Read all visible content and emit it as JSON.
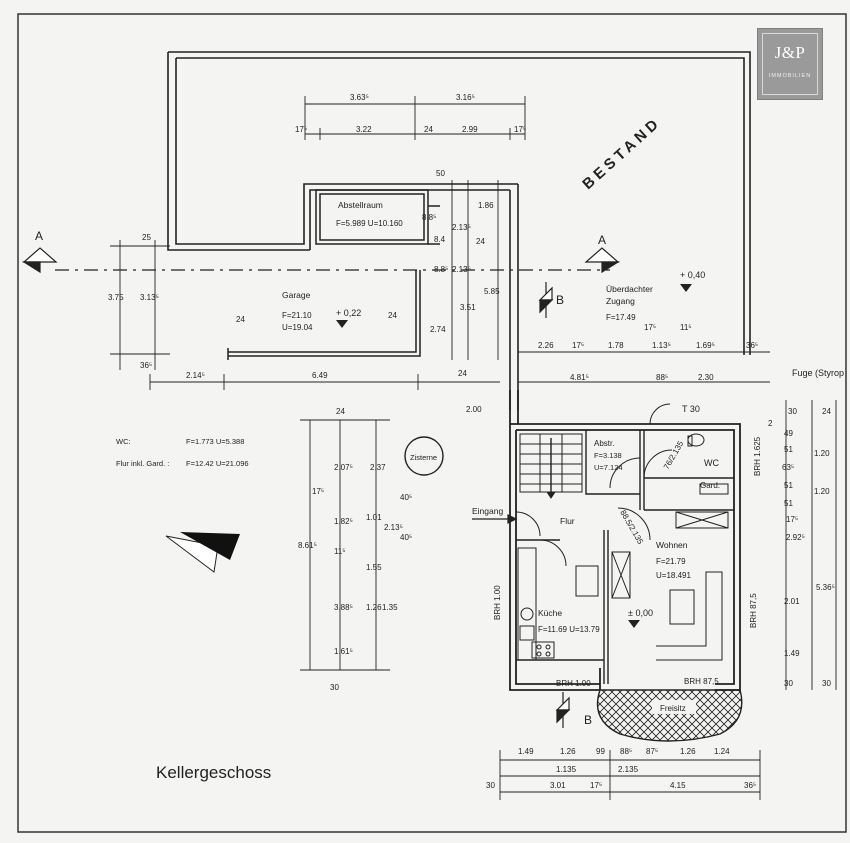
{
  "logo": {
    "mark": "J&P",
    "sub": "IMMOBILIEN"
  },
  "floor_name": "Kellergeschoss",
  "bestand": "BESTAND",
  "sections": {
    "a_left": "A",
    "a_right": "A",
    "b_top": "B",
    "b_bottom": "B"
  },
  "rooms": {
    "abstellraum": {
      "name": "Abstellraum",
      "area": "F=5.989 U=10.160"
    },
    "garage": {
      "name": "Garage",
      "area": "F=21.10",
      "perimeter": "U=19.04"
    },
    "zugang": {
      "name1": "Überdachter",
      "name2": "Zugang",
      "area": "F=17.49"
    },
    "abstr": {
      "name": "Abstr.",
      "area": "F=3.138",
      "perimeter": "U=7.124"
    },
    "wc": {
      "name": "WC"
    },
    "gard": {
      "name": "Gard."
    },
    "flur": {
      "name": "Flur"
    },
    "wohnen": {
      "name": "Wohnen",
      "area": "F=21.79",
      "perimeter": "U=18.491"
    },
    "kueche": {
      "name": "Küche",
      "area": "F=11.69 U=13.79"
    },
    "freisitz": {
      "name": "Freisitz"
    },
    "zisterne": {
      "name": "Zisterne"
    },
    "eingang": {
      "name": "Eingang"
    }
  },
  "legend": {
    "wc_label": "WC:",
    "wc_value": "F=1.773 U=5.388",
    "flur_label": "Flur inkl. Gard. :",
    "flur_value": "F=12.42 U=21.096"
  },
  "levels": {
    "plus040": "+ 0,40",
    "plus022": "+ 0,22",
    "zero": "± 0,00"
  },
  "notes": {
    "fuge": "Fuge (Styrop",
    "t30": "T 30",
    "brh_100_left": "BRH 1.00",
    "brh_100_bottom": "BRH 1.00",
    "brh_875_right": "BRH 87,5",
    "brh_875_bottom": "BRH 87,5",
    "brh_1625": "BRH 1.625"
  },
  "dims": {
    "top1": [
      "3.63⁵",
      "3.16⁵"
    ],
    "top2": [
      "17⁵",
      "3.22",
      "24",
      "2.99",
      "17⁵"
    ],
    "inner": [
      "50",
      "1.86",
      "24",
      "5.85",
      "3.51",
      "2.74",
      "24",
      "24",
      "24",
      "8.8⁵",
      "2.13⁵",
      "8.4",
      "8.8⁵",
      "2.13⁵"
    ],
    "left": [
      "25",
      "3.75",
      "3.13⁵",
      "36⁵"
    ],
    "garage_bottom": [
      "2.14⁵",
      "6.49"
    ],
    "right_mid": [
      "2.26",
      "17⁵",
      "1.78",
      "1.13⁵",
      "11⁵",
      "1.69⁵",
      "36⁵",
      "4.81⁵",
      "88⁵",
      "2.30",
      "2.00",
      "17⁵"
    ],
    "vertical_left": [
      "24",
      "2.07⁵",
      "2.37",
      "17⁵",
      "1.82⁵",
      "1.01",
      "2.13⁵",
      "40⁵",
      "40⁵",
      "8.61⁵",
      "11⁵",
      "1.55",
      "1.26",
      "1.35",
      "3.88⁵",
      "1.61⁵",
      "30"
    ],
    "right_edge": [
      "30",
      "24",
      "49",
      "51",
      "1.20",
      "63⁵",
      "51",
      "1.20",
      "51",
      "17⁵",
      "2.92⁵",
      "5.36⁵",
      "2.01",
      "1.49",
      "30",
      "30"
    ],
    "bottom1": [
      "1.49",
      "1.26",
      "99",
      "88⁵",
      "87⁵",
      "1.26",
      "1.24"
    ],
    "bottom2": [
      "1.135",
      "2.135"
    ],
    "bottom3": [
      "30",
      "3.01",
      "17⁵",
      "4.15",
      "36⁵"
    ],
    "misc": [
      "76/2.135",
      "88.5/2.135",
      "2"
    ]
  }
}
